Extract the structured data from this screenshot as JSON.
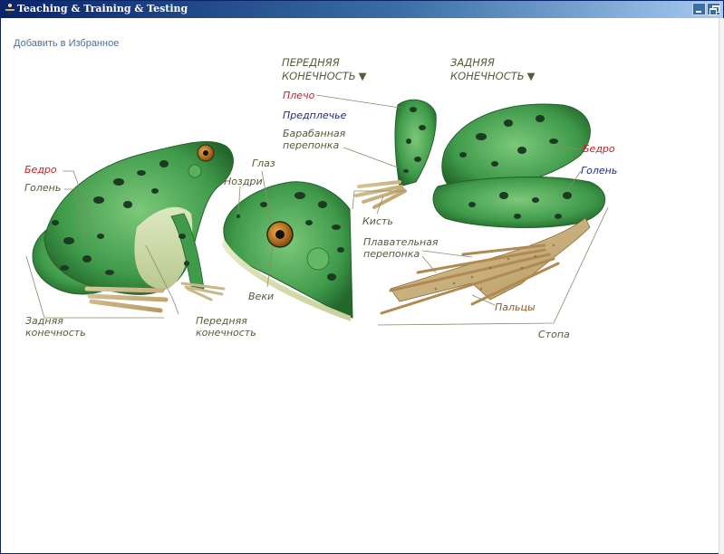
{
  "window": {
    "title": "Teaching & Training & Testing"
  },
  "links": {
    "favorites": "Добавить в Избранное"
  },
  "diagram": {
    "headers": {
      "front_limb_line1": "ПЕРЕДНЯЯ",
      "front_limb_line2": "КОНЕЧНОСТЬ",
      "hind_limb_line1": "ЗАДНЯЯ",
      "hind_limb_line2": "КОНЕЧНОСТЬ",
      "arrow": "▼"
    },
    "labels": {
      "bedro_left": "Бедро",
      "golen_left": "Голень",
      "hind_limb_bottom_line1": "Задняя",
      "hind_limb_bottom_line2": "конечность",
      "front_limb_bottom_line1": "Передняя",
      "front_limb_bottom_line2": "конечность",
      "glaz": "Глаз",
      "nozdri": "Ноздри",
      "veki": "Веки",
      "plecho": "Плечо",
      "predplechye": "Предплечье",
      "barabannaya_line1": "Барабанная",
      "barabannaya_line2": "перепонка",
      "kist": "Кисть",
      "bedro_right": "Бедро",
      "golen_right": "Голень",
      "plavatelnaya_line1": "Плавательная",
      "plavatelnaya_line2": "перепонка",
      "paltsy": "Пальцы",
      "stopa": "Стопа"
    },
    "colors": {
      "red": "#c8202a",
      "blue": "#1f2a86",
      "brown": "#8a5a2a",
      "olive": "#5a5a3a",
      "frog_green": "#3f9a4a",
      "spot": "#1d3a22"
    }
  }
}
